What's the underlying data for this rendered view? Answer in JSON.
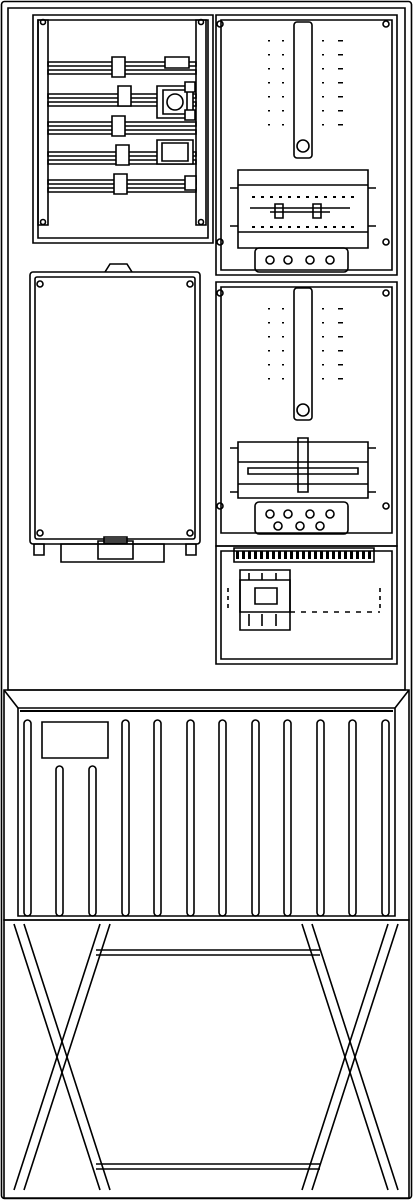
{
  "diagram": {
    "stroke_color": "#000000",
    "background_color": "#ffffff",
    "sections": [
      {
        "name": "upper-equipment-zone"
      },
      {
        "name": "fin-ventilation-panel"
      },
      {
        "name": "pedestal-base"
      }
    ]
  }
}
